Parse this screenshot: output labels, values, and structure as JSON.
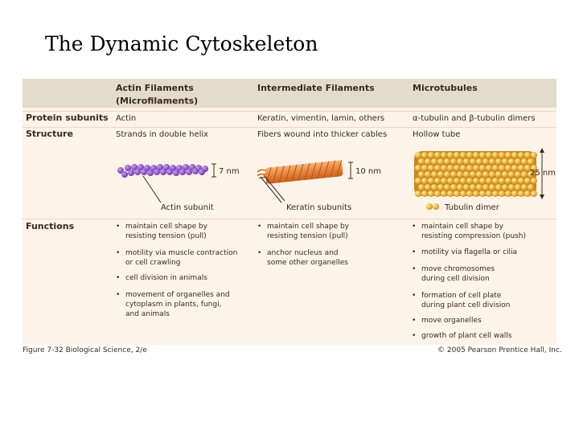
{
  "slide": {
    "title": "The Dynamic Cytoskeleton"
  },
  "table": {
    "headers": {
      "actin_line1": "Actin Filaments",
      "actin_line2": "(Microfilaments)",
      "intermediate": "Intermediate Filaments",
      "microtubules": "Microtubules"
    },
    "protein_subunits": {
      "label": "Protein subunits",
      "actin": "Actin",
      "intermediate": "Keratin, vimentin, lamin, others",
      "microtubules": "α-tubulin and β-tubulin dimers"
    },
    "structure": {
      "label": "Structure",
      "actin": "Strands in double helix",
      "intermediate": "Fibers wound into thicker cables",
      "microtubules": "Hollow tube"
    },
    "illustrations": {
      "actin_size": "7 nm",
      "actin_callout": "Actin subunit",
      "intermediate_size": "10 nm",
      "intermediate_callout": "Keratin subunits",
      "microtubule_size": "25 nm",
      "microtubule_callout": "Tubulin dimer"
    },
    "functions": {
      "label": "Functions",
      "actin": [
        [
          "maintain cell shape by",
          "resisting tension (pull)"
        ],
        [
          "motility via muscle contraction",
          "or cell crawling"
        ],
        [
          "cell division in animals"
        ],
        [
          "movement of organelles and",
          "cytoplasm in plants, fungi,",
          "and animals"
        ]
      ],
      "intermediate": [
        [
          "maintain cell shape by",
          "resisting tension (pull)"
        ],
        [
          "anchor nucleus and",
          "some other organelles"
        ]
      ],
      "microtubules": [
        [
          "maintain cell shape by",
          "resisting compression (push)"
        ],
        [
          "motility via flagella or cilia"
        ],
        [
          "move chromosomes",
          "during cell division"
        ],
        [
          "formation of cell plate",
          "during plant cell division"
        ],
        [
          "move organelles"
        ],
        [
          "growth of plant cell walls"
        ]
      ]
    }
  },
  "captions": {
    "figure": "Figure 7-32   Biological Science, 2/e",
    "copyright": "© 2005 Pearson Prentice Hall, Inc."
  },
  "colors": {
    "header_band": "#e3dccd",
    "table_bg": "#fdf3e8",
    "actin_purple": "#8a4fc0",
    "keratin_orange": "#e8843a",
    "tubulin_yellow": "#e8b020"
  }
}
